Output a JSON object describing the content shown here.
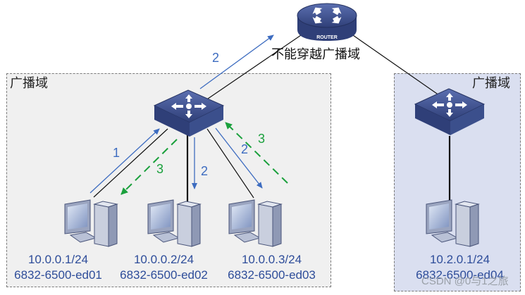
{
  "zones": {
    "left_label": "广播域",
    "right_label": "广播域"
  },
  "router": {
    "badge": "ROUTER",
    "caption": "不能穿越广播域"
  },
  "hosts": [
    {
      "ip": "10.0.0.1/24",
      "name": "6832-6500-ed01"
    },
    {
      "ip": "10.0.0.2/24",
      "name": "6832-6500-ed02"
    },
    {
      "ip": "10.0.0.3/24",
      "name": "6832-6500-ed03"
    },
    {
      "ip": "10.2.0.1/24",
      "name": "6832-6500-ed04"
    }
  ],
  "arrows": {
    "step1": "1",
    "step2_router": "2",
    "step2_host2": "2",
    "step2_host3": "2",
    "step3_host1": "3",
    "step3_host3": "3"
  },
  "colors": {
    "blue_arrow": "#3d6cc0",
    "green_arrow": "#1aa03c",
    "device_blue": "#3b4f8c"
  },
  "watermark": "CSDN @0与1之旅"
}
